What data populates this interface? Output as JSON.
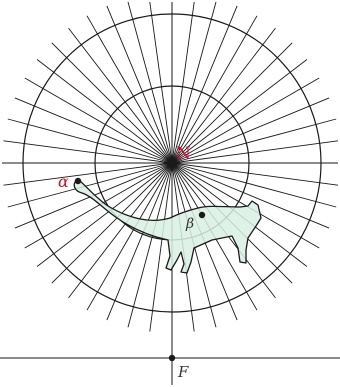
{
  "labels": {
    "north": "N",
    "alpha": "α",
    "beta": "β",
    "bottom_point": "F"
  },
  "colors": {
    "lines": "#1a1a1a",
    "north_label": "#c8102e",
    "alpha_label": "#c8102e",
    "beta_label": "#333333",
    "animal_fill": "#d9f0e4"
  },
  "ray_count": 48
}
